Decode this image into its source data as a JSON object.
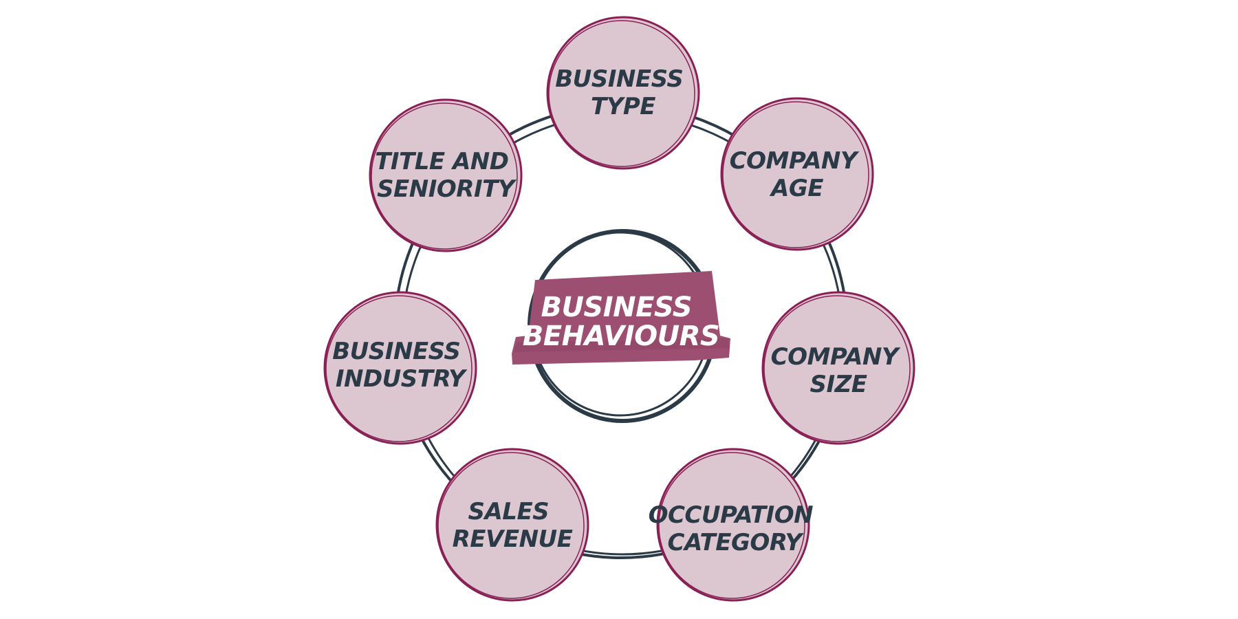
{
  "colors": {
    "ring": "#2b3a47",
    "node_fill": "#dcc7d1",
    "node_stroke": "#8a1f55",
    "banner": "#9c4f70",
    "node_text": "#2b3a47",
    "center_text": "#ffffff"
  },
  "center": {
    "lines": [
      "BUSINESS",
      "BEHAVIOURS"
    ]
  },
  "nodes": [
    {
      "id": "business-type",
      "lines": [
        "BUSINESS",
        "TYPE"
      ]
    },
    {
      "id": "company-age",
      "lines": [
        "COMPANY",
        "AGE"
      ]
    },
    {
      "id": "company-size",
      "lines": [
        "COMPANY",
        "SIZE"
      ]
    },
    {
      "id": "occupation-category",
      "lines": [
        "OCCUPATION",
        "CATEGORY"
      ]
    },
    {
      "id": "sales-revenue",
      "lines": [
        "SALES",
        "REVENUE"
      ]
    },
    {
      "id": "business-industry",
      "lines": [
        "BUSINESS",
        "INDUSTRY"
      ]
    },
    {
      "id": "title-and-seniority",
      "lines": [
        "TITLE AND",
        "SENIORITY"
      ]
    }
  ]
}
